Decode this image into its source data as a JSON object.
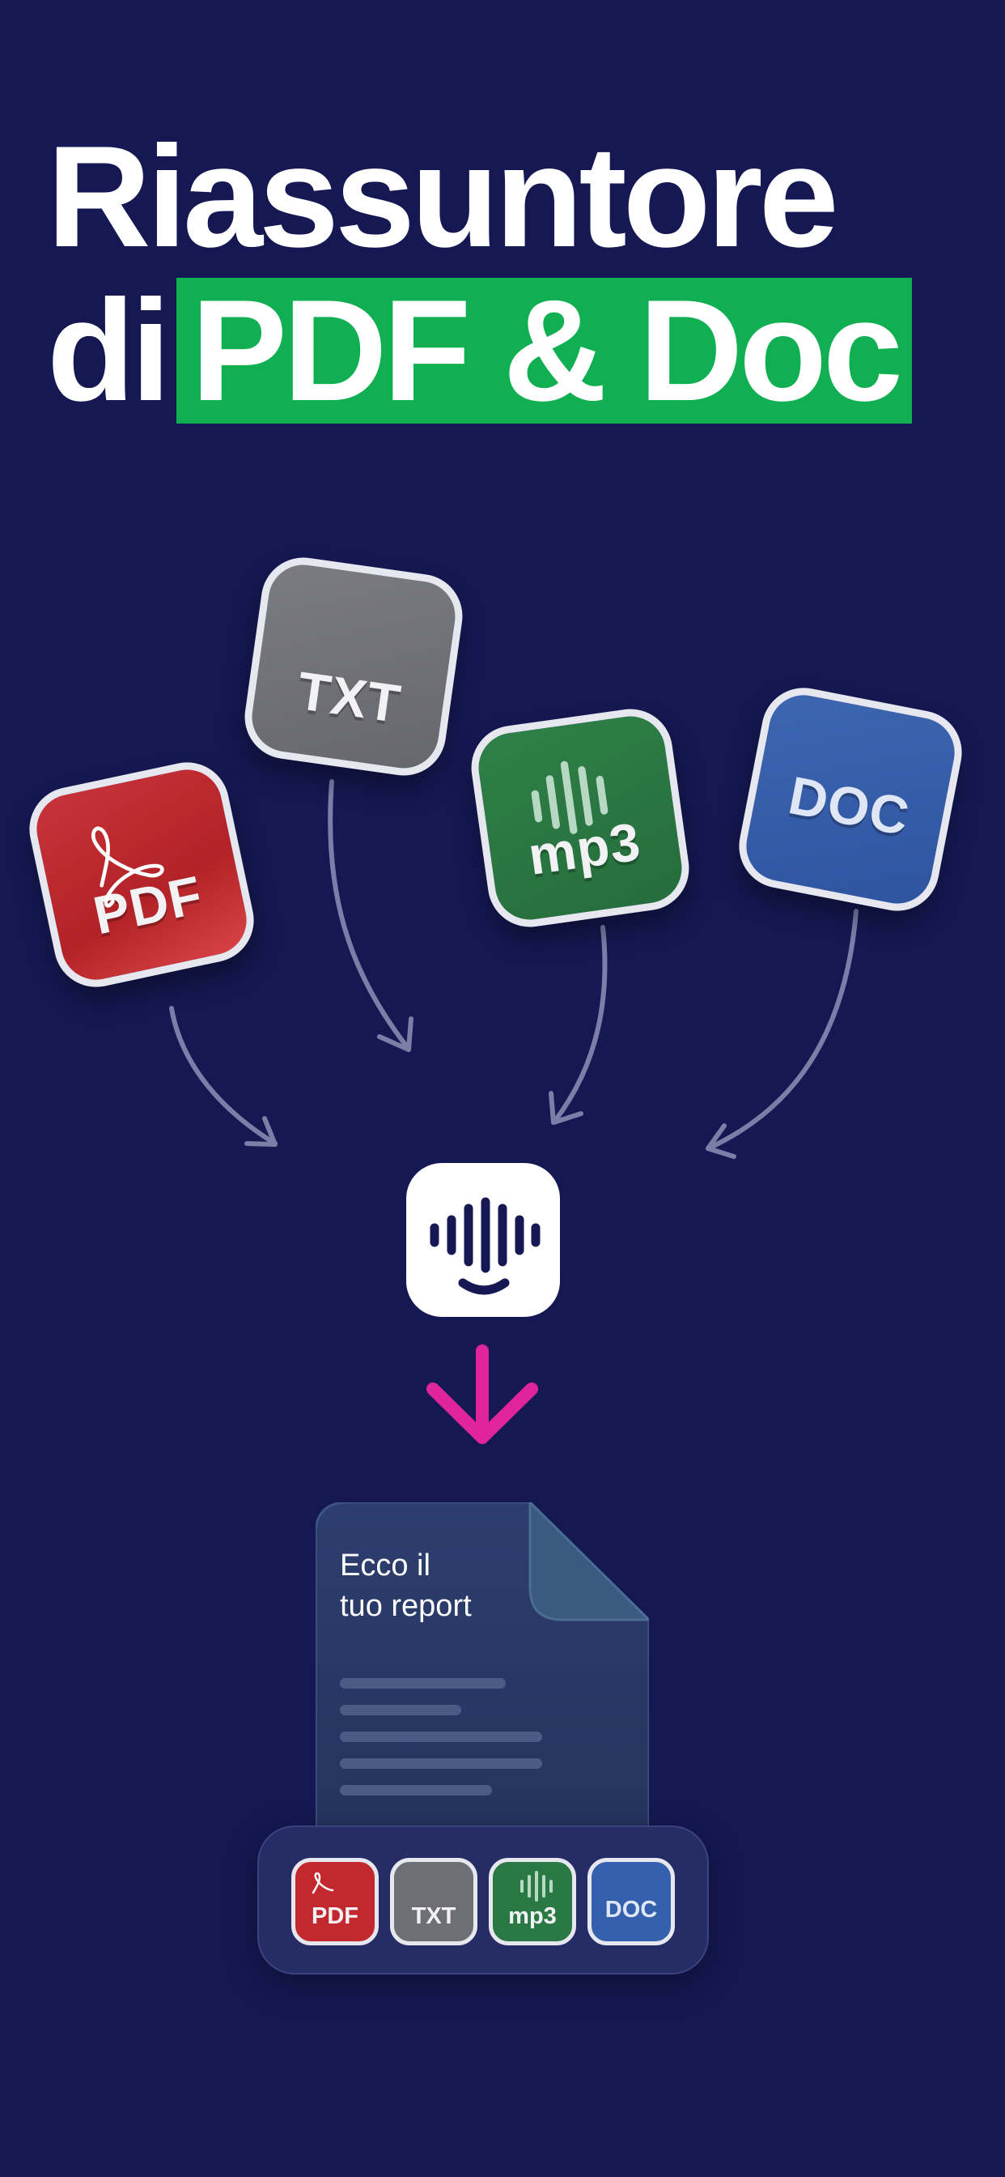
{
  "headline": {
    "line1": "Riassuntore",
    "line2_prefix": "di",
    "line2_highlight": "PDF & Doc"
  },
  "colors": {
    "background": "#151852",
    "highlight": "#10b052",
    "arrow_accent": "#e0259a"
  },
  "tiles": [
    {
      "label": "PDF",
      "icon": "acrobat-icon",
      "color": "#c3282e"
    },
    {
      "label": "TXT",
      "icon": "text-file-icon",
      "color": "#6e6f74"
    },
    {
      "label": "mp3",
      "icon": "audio-wave-icon",
      "color": "#2a7843"
    },
    {
      "label": "DOC",
      "icon": "document-icon",
      "color": "#3560ad"
    }
  ],
  "app_icon": "audio-wave-smile-icon",
  "report": {
    "line1": "Ecco il",
    "line2": "tuo report"
  },
  "tray": [
    {
      "label": "PDF"
    },
    {
      "label": "TXT"
    },
    {
      "label": "mp3"
    },
    {
      "label": "DOC"
    }
  ]
}
